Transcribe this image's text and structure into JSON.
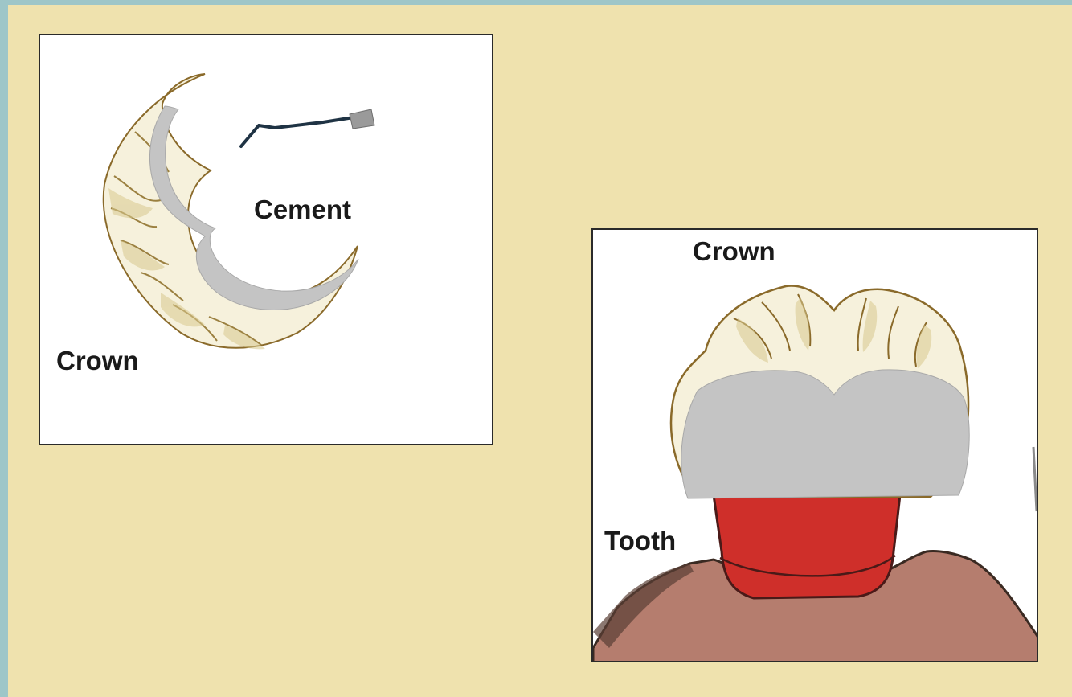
{
  "diagram": {
    "left_panel": {
      "cement_label": "Cement",
      "crown_label": "Crown"
    },
    "right_panel": {
      "crown_label": "Crown",
      "tooth_label": "Tooth"
    }
  },
  "colors": {
    "background": "#efe2ae",
    "frame_accent": "#9ec6c8",
    "crown_cream": "#f6f1dc",
    "crown_shade": "#d8c98e",
    "crown_outline": "#8a6a2a",
    "cement_gray": "#c4c4c4",
    "tooth_red": "#cf2f2a",
    "gum_brown": "#b57d6e",
    "instrument_navy": "#1f3344"
  }
}
